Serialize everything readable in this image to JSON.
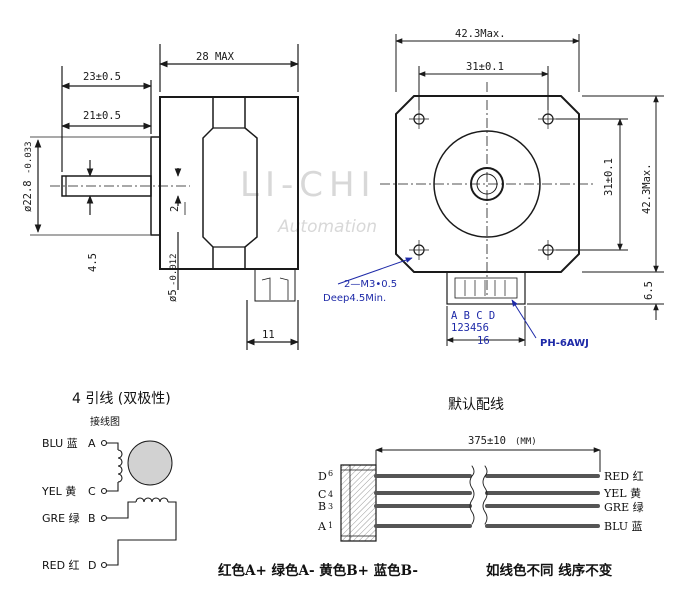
{
  "watermark": {
    "brand": "LI-CHI",
    "sub": "Automation"
  },
  "side_view": {
    "dim_28_max": "28 MAX",
    "dim_23": "23±0.5",
    "dim_21": "21±0.5",
    "dim_dia22": "ø22.8",
    "dim_dia22_tol": "-0.033",
    "dim_2": "2",
    "dim_45": "4.5",
    "dim_dia5": "ø5",
    "dim_dia5_tol": "-0.012",
    "dim_11": "11"
  },
  "front_view": {
    "dim_423_top": "42.3Max.",
    "dim_31_top": "31±0.1",
    "dim_31_right": "31±0.1",
    "dim_423_right": "42.3Max.",
    "dim_65": "6.5",
    "hole_note_1": "2—M3•0.5",
    "hole_note_2": "Deep4.5Min.",
    "pin_letters": "A  B C  D",
    "pin_numbers": "123456",
    "dim_16": "16",
    "connector": "PH-6AWJ"
  },
  "wiring": {
    "title": "4 引线 (双极性)",
    "subtitle": "接线图",
    "rows": [
      {
        "name": "BLU 蓝",
        "pin": "A"
      },
      {
        "name": "YEL 黄",
        "pin": "C"
      },
      {
        "name": "GRE 绿",
        "pin": "B"
      },
      {
        "name": "RED 红",
        "pin": "D"
      }
    ]
  },
  "default_wiring": {
    "title": "默认配线",
    "length": "375±10",
    "length_unit": "(MM)",
    "pins": [
      {
        "letter": "D",
        "num": "6"
      },
      {
        "letter": "C",
        "num": "4"
      },
      {
        "letter": "B",
        "num": "3"
      },
      {
        "letter": "A",
        "num": "1"
      }
    ],
    "wires": [
      {
        "label": "RED 红"
      },
      {
        "label": "YEL 黄"
      },
      {
        "label": "GRE 绿"
      },
      {
        "label": "BLU 蓝"
      }
    ]
  },
  "footer": {
    "mapping": "红色A+  绿色A-  黄色B+  蓝色B-",
    "note": "如线色不同 线序不变"
  }
}
